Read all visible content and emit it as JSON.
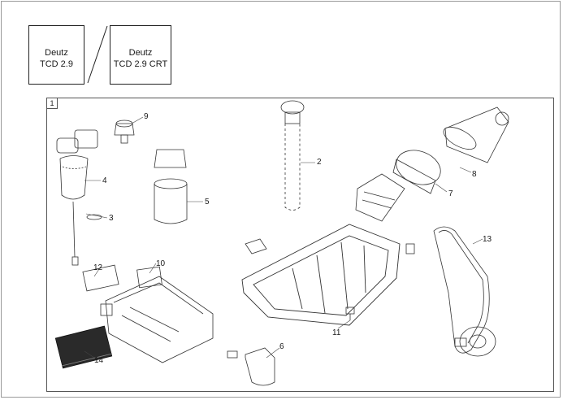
{
  "engine_variants": [
    {
      "brand": "Deutz",
      "model": "TCD 2.9"
    },
    {
      "brand": "Deutz",
      "model": "TCD 2.9 CRT"
    }
  ],
  "panel_label": "1",
  "callouts": [
    "2",
    "3",
    "4",
    "5",
    "6",
    "7",
    "8",
    "9",
    "10",
    "11",
    "12",
    "13",
    "14"
  ]
}
